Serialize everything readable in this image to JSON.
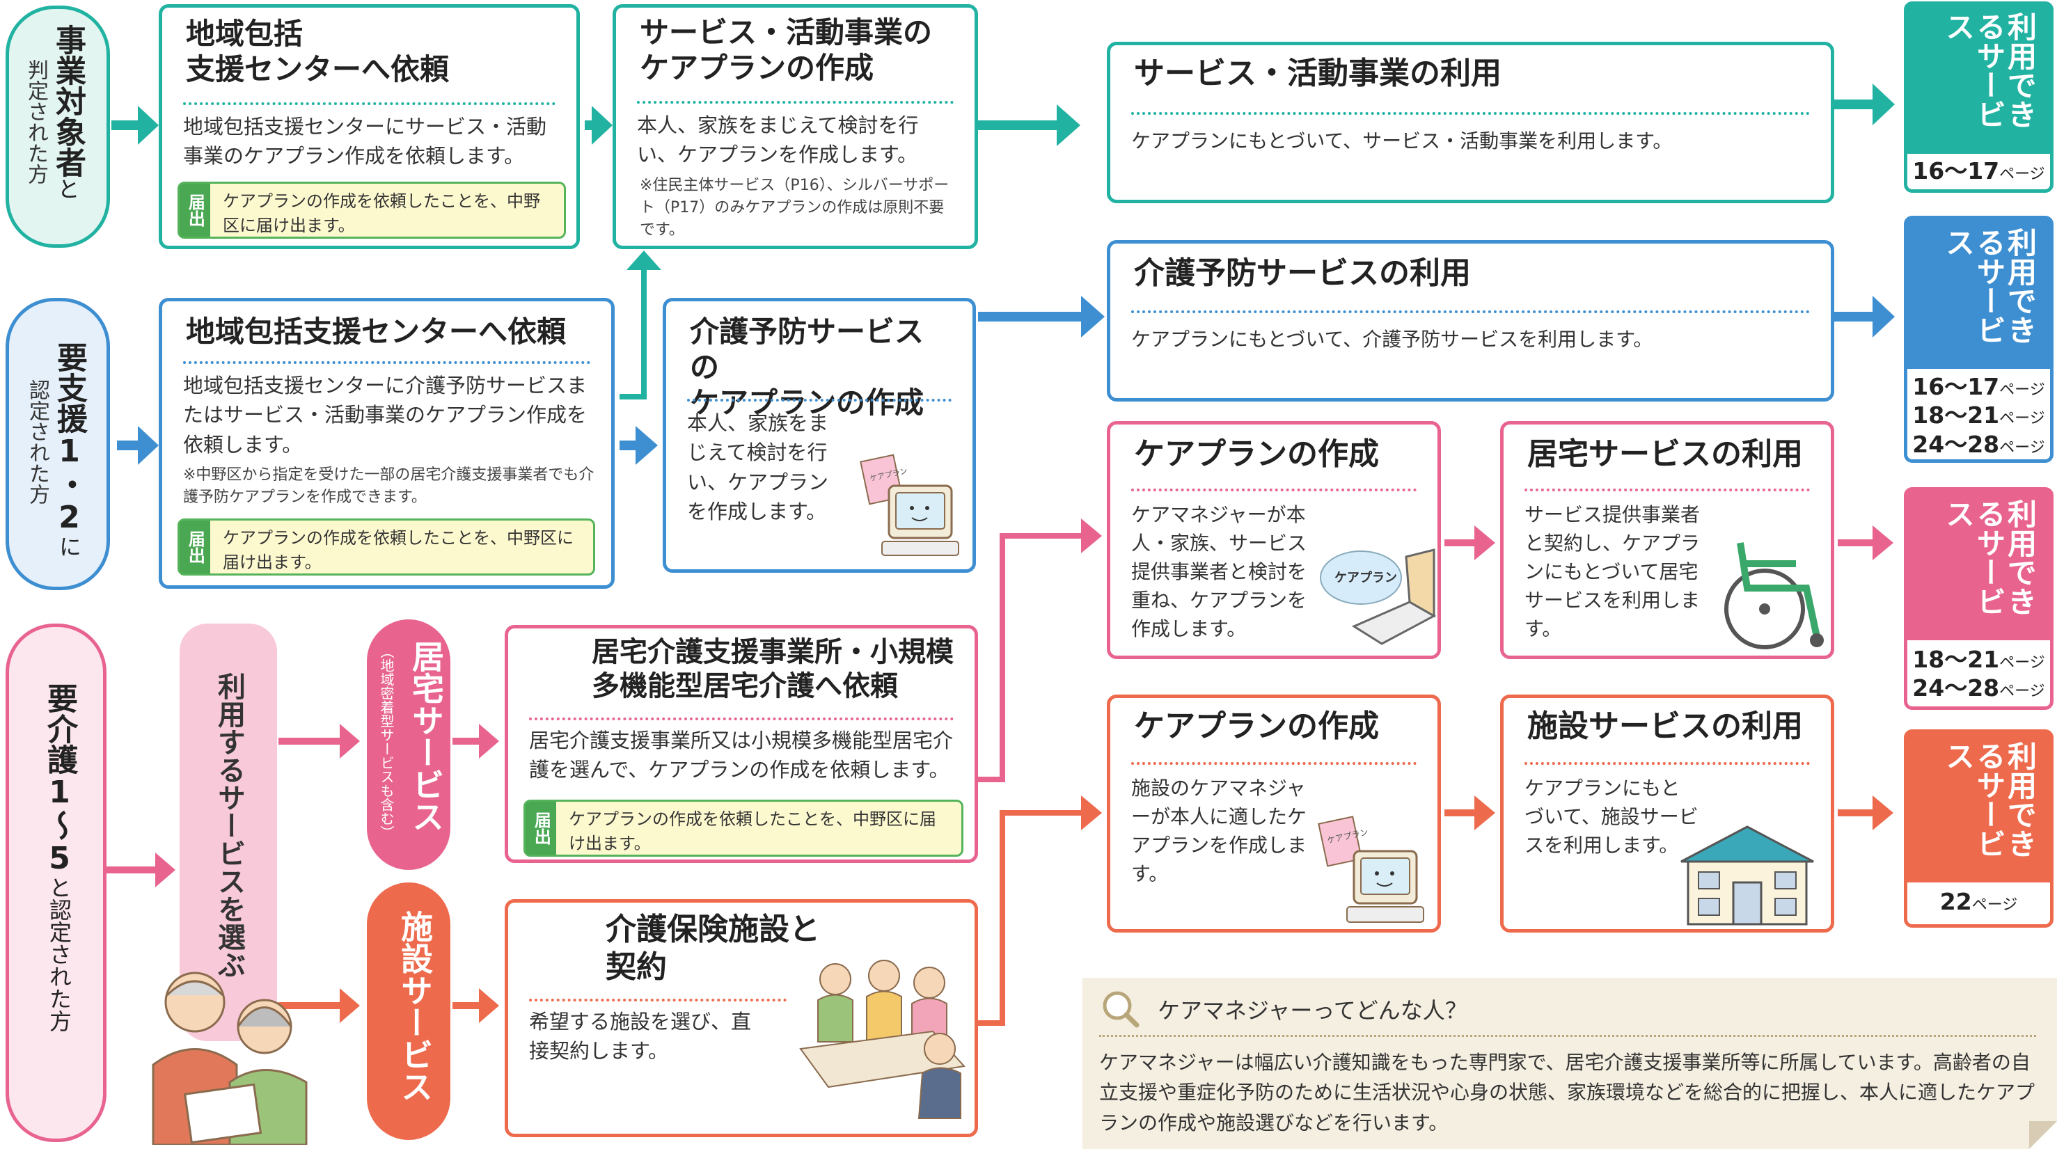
{
  "colors": {
    "teal": "#21b2a2",
    "blue": "#3d8fd1",
    "pink": "#e8648f",
    "orange": "#ee6a4d",
    "green": "#4aa853"
  },
  "groups": {
    "jigyo": {
      "big": "事業対象者",
      "small_after": "と",
      "sub": "判定された方"
    },
    "yoshien": {
      "big": "要支援1・2",
      "small_after": "に",
      "sub": "認定された方"
    },
    "yokaigo": {
      "big": "要介護1〜5",
      "small_after": "と認定された方"
    }
  },
  "riyo_box": {
    "label": "利用するサービスを選ぶ"
  },
  "kyotaku_pill": {
    "label": "居宅サービス",
    "sub": "（地域密着型サービスも含む）"
  },
  "shisetsu_pill": {
    "label": "施設サービス"
  },
  "cards": {
    "c1": {
      "title1": "地域包括",
      "title2": "支援センターへ依頼",
      "body": "地域包括支援センターにサービス・活動事業のケアプラン作成を依頼します。",
      "todoke_tag": "届出",
      "todoke_text": "ケアプランの作成を依頼したことを、中野区に届け出ます。"
    },
    "c2": {
      "title1": "サービス・活動事業の",
      "title2": "ケアプランの作成",
      "body": "本人、家族をまじえて検討を行い、ケアプランを作成します。",
      "note": "※住民主体サービス（P16）、シルバーサポート（P17）のみケアプランの作成は原則不要です。"
    },
    "c3": {
      "title": "地域包括支援センターへ依頼",
      "body": "地域包括支援センターに介護予防サービスまたはサービス・活動事業のケアプラン作成を依頼します。",
      "note": "※中野区から指定を受けた一部の居宅介護支援事業者でも介護予防ケアプランを作成できます。",
      "todoke_tag": "届出",
      "todoke_text": "ケアプランの作成を依頼したことを、中野区に届け出ます。"
    },
    "c4": {
      "title1": "介護予防サービスの",
      "title2": "ケアプランの作成",
      "body": "本人、家族をまじえて検討を行い、ケアプランを作成します。",
      "paper": "ケアプラン"
    },
    "c5": {
      "title1": "居宅介護支援事業所・小規模",
      "title2": "多機能型居宅介護へ依頼",
      "body": "居宅介護支援事業所又は小規模多機能型居宅介護を選んで、ケアプランの作成を依頼します。",
      "todoke_tag": "届出",
      "todoke_text": "ケアプランの作成を依頼したことを、中野区に届け出ます。"
    },
    "c6": {
      "title1": "介護保険施設と",
      "title2": "契約",
      "body": "希望する施設を選び、直接契約します。"
    },
    "u1": {
      "title": "サービス・活動事業の利用",
      "body": "ケアプランにもとづいて、サービス・活動事業を利用します。"
    },
    "u2": {
      "title": "介護予防サービスの利用",
      "body": "ケアプランにもとづいて、介護予防サービスを利用します。"
    },
    "k1": {
      "title": "ケアプランの作成",
      "body": "ケアマネジャーが本人・家族、サービス提供事業者と検討を重ね、ケアプランを作成します。",
      "bubble": "ケアプラン"
    },
    "k2": {
      "title": "居宅サービスの利用",
      "body": "サービス提供事業者と契約し、ケアプランにもとづいて居宅サービスを利用します。"
    },
    "s1": {
      "title": "ケアプランの作成",
      "body": "施設のケアマネジャーが本人に適したケアプランを作成します。",
      "paper": "ケアプラン"
    },
    "s2": {
      "title": "施設サービスの利用",
      "body": "ケアプランにもとづいて、施設サービスを利用します。"
    }
  },
  "results": [
    {
      "label": "利用できるサービス",
      "pages": [
        "16〜17"
      ],
      "suffix": "ページ"
    },
    {
      "label": "利用できるサービス",
      "pages": [
        "16〜17",
        "18〜21",
        "24〜28"
      ],
      "suffix": "ページ"
    },
    {
      "label": "利用できるサービス",
      "pages": [
        "18〜21",
        "24〜28"
      ],
      "suffix": "ページ"
    },
    {
      "label": "利用できるサービス",
      "pages": [
        "22"
      ],
      "suffix": "ページ"
    }
  ],
  "info": {
    "title": "ケアマネジャーってどんな人？",
    "body": "ケアマネジャーは幅広い介護知識をもった専門家で、居宅介護支援事業所等に所属しています。高齢者の自立支援や重症化予防のために生活状況や心身の状態、家族環境などを総合的に把握し、本人に適したケアプランの作成や施設選びなどを行います。"
  }
}
